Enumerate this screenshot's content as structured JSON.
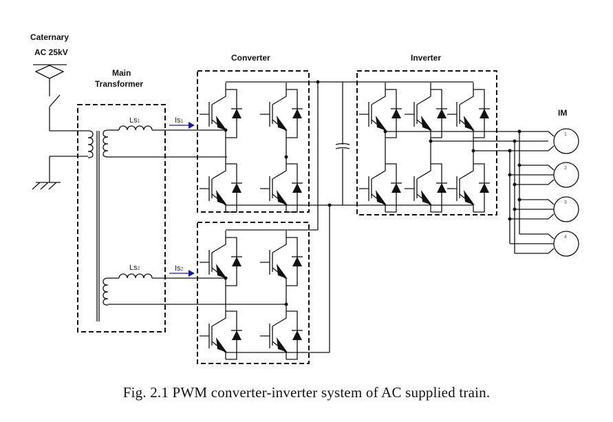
{
  "source": {
    "title": "Caternary",
    "voltage": "AC 25kV"
  },
  "transformer": {
    "title_line1": "Main",
    "title_line2": "Transformer"
  },
  "inductors": [
    {
      "label": "Ls",
      "sub": "1"
    },
    {
      "label": "Ls",
      "sub": "2"
    }
  ],
  "currents": [
    {
      "label": "Is",
      "sub": "1"
    },
    {
      "label": "Is",
      "sub": "2"
    }
  ],
  "arrow_color": "#1a1a8c",
  "converter": {
    "title": "Converter"
  },
  "inverter": {
    "title": "Inverter"
  },
  "motors": {
    "title": "IM",
    "items": [
      "1",
      "2",
      "3",
      "4"
    ]
  },
  "caption": "Fig. 2.1 PWM converter-inverter system of AC supplied train."
}
